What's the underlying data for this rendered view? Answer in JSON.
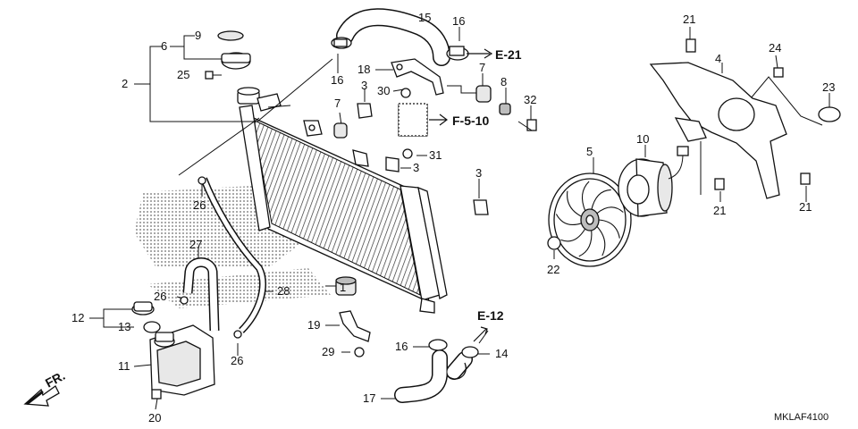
{
  "diagram_code": "MKLAF4100",
  "direction_label": "FR.",
  "references": {
    "e21": "E-21",
    "f510": "F-5-10",
    "e12": "E-12"
  },
  "callouts": {
    "c1": "1",
    "c2": "2",
    "c3a": "3",
    "c3b": "3",
    "c3c": "3",
    "c4": "4",
    "c5": "5",
    "c6": "6",
    "c7a": "7",
    "c7b": "7",
    "c8": "8",
    "c9": "9",
    "c10": "10",
    "c11": "11",
    "c12": "12",
    "c13": "13",
    "c14": "14",
    "c15": "15",
    "c16a": "16",
    "c16b": "16",
    "c16c": "16",
    "c17": "17",
    "c18": "18",
    "c19": "19",
    "c20": "20",
    "c21a": "21",
    "c21b": "21",
    "c21c": "21",
    "c22": "22",
    "c23": "23",
    "c24": "24",
    "c25": "25",
    "c26a": "26",
    "c26b": "26",
    "c26c": "26",
    "c27": "27",
    "c28": "28",
    "c29": "29",
    "c30": "30",
    "c31": "31",
    "c32": "32"
  }
}
